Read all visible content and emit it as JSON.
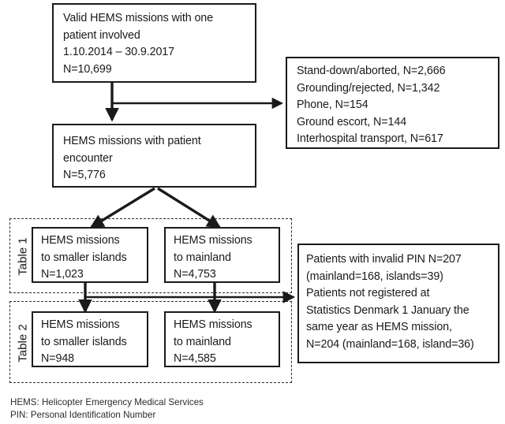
{
  "figure": {
    "type": "flowchart",
    "title": "HEMS mission inclusion flowchart"
  },
  "nodes": {
    "valid_missions": {
      "name": "valid-hems-missions",
      "lines": [
        "Valid HEMS missions with one",
        "patient involved",
        "1.10.2014 – 30.9.2017",
        "N=10,699"
      ]
    },
    "exclusions_top": {
      "name": "excluded-missions",
      "lines": [
        "Stand-down/aborted, N=2,666",
        "Grounding/rejected, N=1,342",
        "Phone, N=154",
        "Ground escort, N=144",
        "Interhospital transport, N=617"
      ]
    },
    "patient_encounter": {
      "name": "hems-missions-patient-encounter",
      "lines": [
        "HEMS missions with patient",
        "encounter",
        "N=5,776"
      ]
    },
    "t1_islands": {
      "name": "table1-islands",
      "lines": [
        "HEMS missions",
        "to smaller islands",
        "N=1,023"
      ]
    },
    "t1_mainland": {
      "name": "table1-mainland",
      "lines": [
        "HEMS missions",
        "to mainland",
        "N=4,753"
      ]
    },
    "t2_islands": {
      "name": "table2-islands",
      "lines": [
        "HEMS missions",
        "to smaller islands",
        "N=948"
      ]
    },
    "t2_mainland": {
      "name": "table2-mainland",
      "lines": [
        "HEMS missions",
        "to mainland",
        "N=4,585"
      ]
    },
    "exclusions_pin": {
      "name": "excluded-invalid-pin",
      "lines": [
        "Patients with invalid PIN N=207",
        "(mainland=168, islands=39)",
        "Patients not registered at",
        "Statistics Denmark 1 January the",
        "same year as HEMS mission,",
        "N=204 (mainland=168, island=36)"
      ]
    }
  },
  "groups": {
    "table1": {
      "label": "Table 1"
    },
    "table2": {
      "label": "Table 2"
    }
  },
  "legend": {
    "lines": [
      "HEMS: Helicopter Emergency Medical Services",
      "PIN: Personal Identification Number"
    ]
  },
  "colors": {
    "stroke": "#1a1a1a",
    "background": "#ffffff",
    "dashed": "#2b2b2b"
  }
}
